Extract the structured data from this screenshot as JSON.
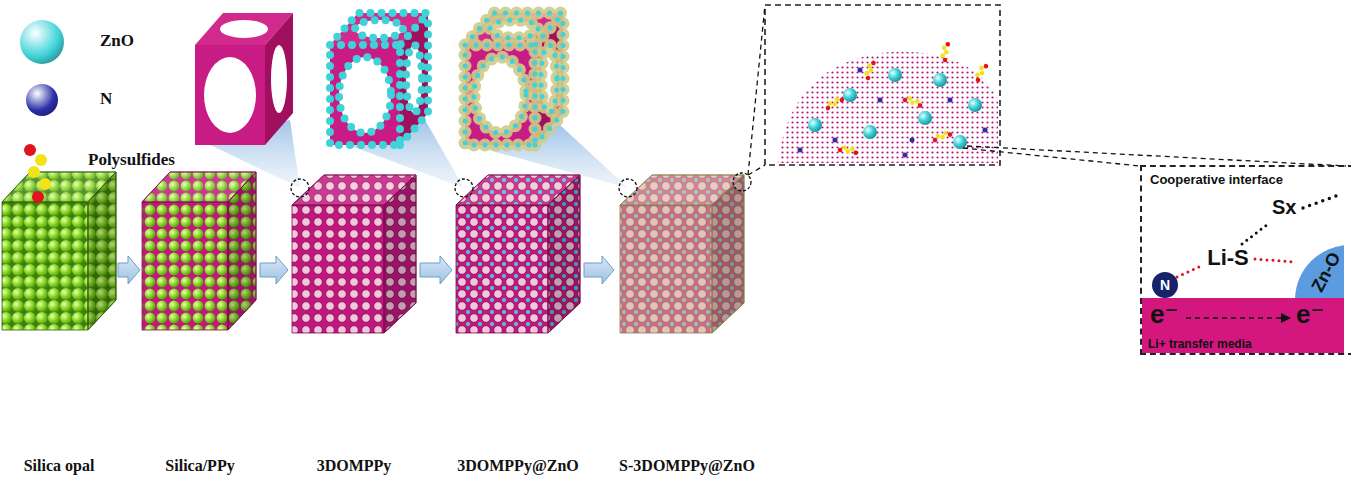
{
  "diagram": {
    "nodes": [
      {
        "text": [
          "Silica opal"
        ]
      },
      {
        "text": [
          "Silica/PPy"
        ]
      },
      {
        "text": [
          "3DOMPPy"
        ]
      },
      {
        "text": [
          "3DOMPPy@ZnO"
        ]
      },
      {
        "text": [
          "S-3DOMPPy@ZnO"
        ]
      },
      {
        "text": [
          "Cooperative interface"
        ]
      }
    ],
    "edges": [
      {
        "from": 0,
        "to": 1,
        "arrow": "to"
      },
      {
        "from": 1,
        "to": 2,
        "arrow": "to"
      },
      {
        "from": 2,
        "to": 3,
        "arrow": "to"
      },
      {
        "from": 3,
        "to": 4,
        "arrow": "to"
      }
    ],
    "labels": [
      "N",
      "Li-S",
      "Sx",
      "Zn-O",
      "e⁻",
      "e⁻",
      "Li+ transfer media"
    ],
    "legend": [
      {
        "text": "ZnO",
        "color": "#3fd3d9"
      },
      {
        "text": "N",
        "color": "#2a2fa8"
      },
      {
        "text": "Polysulfides"
      }
    ]
  }
}
